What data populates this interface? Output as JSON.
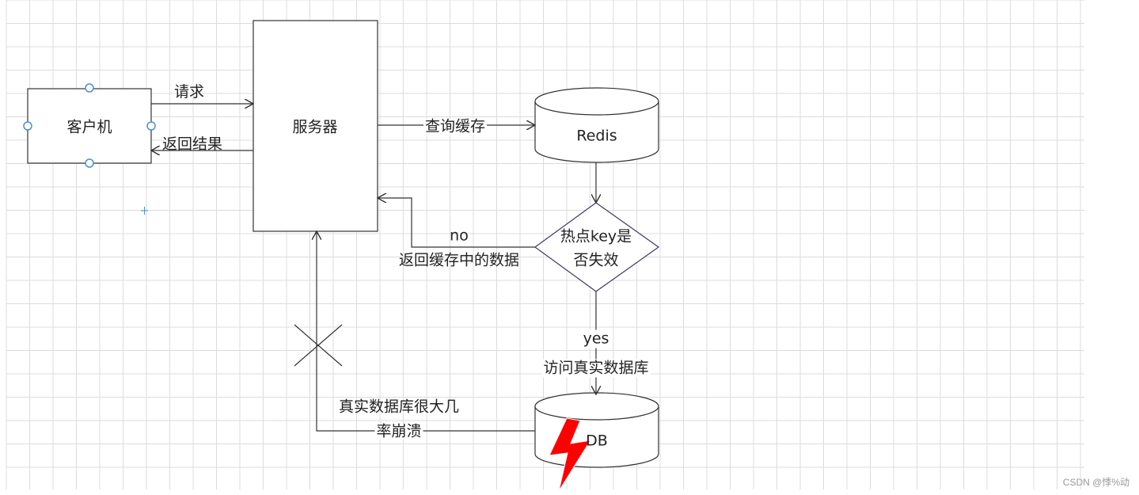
{
  "nodes": {
    "client": "客户机",
    "server": "服务器",
    "redis": "Redis",
    "decision_line1": "热点key是",
    "decision_line2": "否失效",
    "db": "DB"
  },
  "edges": {
    "request": "请求",
    "return_result": "返回结果",
    "query_cache": "查询缓存",
    "no": "no",
    "no_desc": "返回缓存中的数据",
    "yes": "yes",
    "yes_desc": "访问真实数据库",
    "crash_line1": "真实数据库很大几",
    "crash_line2": "率崩溃"
  },
  "colors": {
    "grid": "#dcdcdc",
    "stroke": "#333333",
    "decision_stroke": "#3b3b6b",
    "handle": "#4a90d9",
    "lightning": "#ff0000"
  },
  "watermark": "CSDN @悸%动"
}
